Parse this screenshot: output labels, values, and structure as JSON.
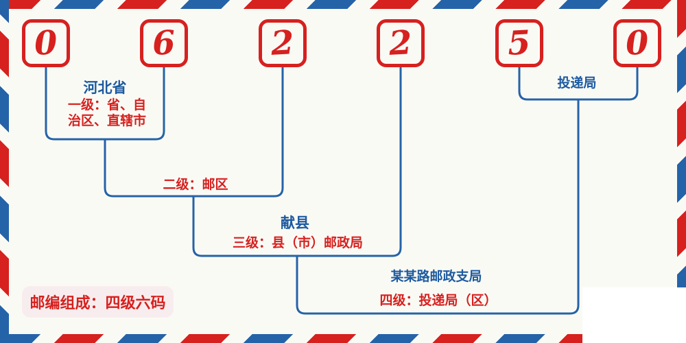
{
  "colors": {
    "red": "#d6211f",
    "blue": "#2563a8",
    "text-blue": "#1c5aa0",
    "bg": "#fafaf5",
    "badge-bg": "#f8edee",
    "white": "#ffffff"
  },
  "postal_code": {
    "digits": [
      "0",
      "6",
      "2",
      "2",
      "5",
      "0"
    ]
  },
  "labels": {
    "level1_name": "河北省",
    "level1_desc_line1": "一级：省、自",
    "level1_desc_line2": "治区、直辖市",
    "level2_desc": "二级：邮区",
    "level3_name": "献县",
    "level3_desc": "三级：县（市）邮政局",
    "level4_name": "某某路邮政支局",
    "level4_desc": "四级：投递局（区）",
    "delivery_office": "投递局",
    "badge": "邮编组成：四级六码"
  }
}
